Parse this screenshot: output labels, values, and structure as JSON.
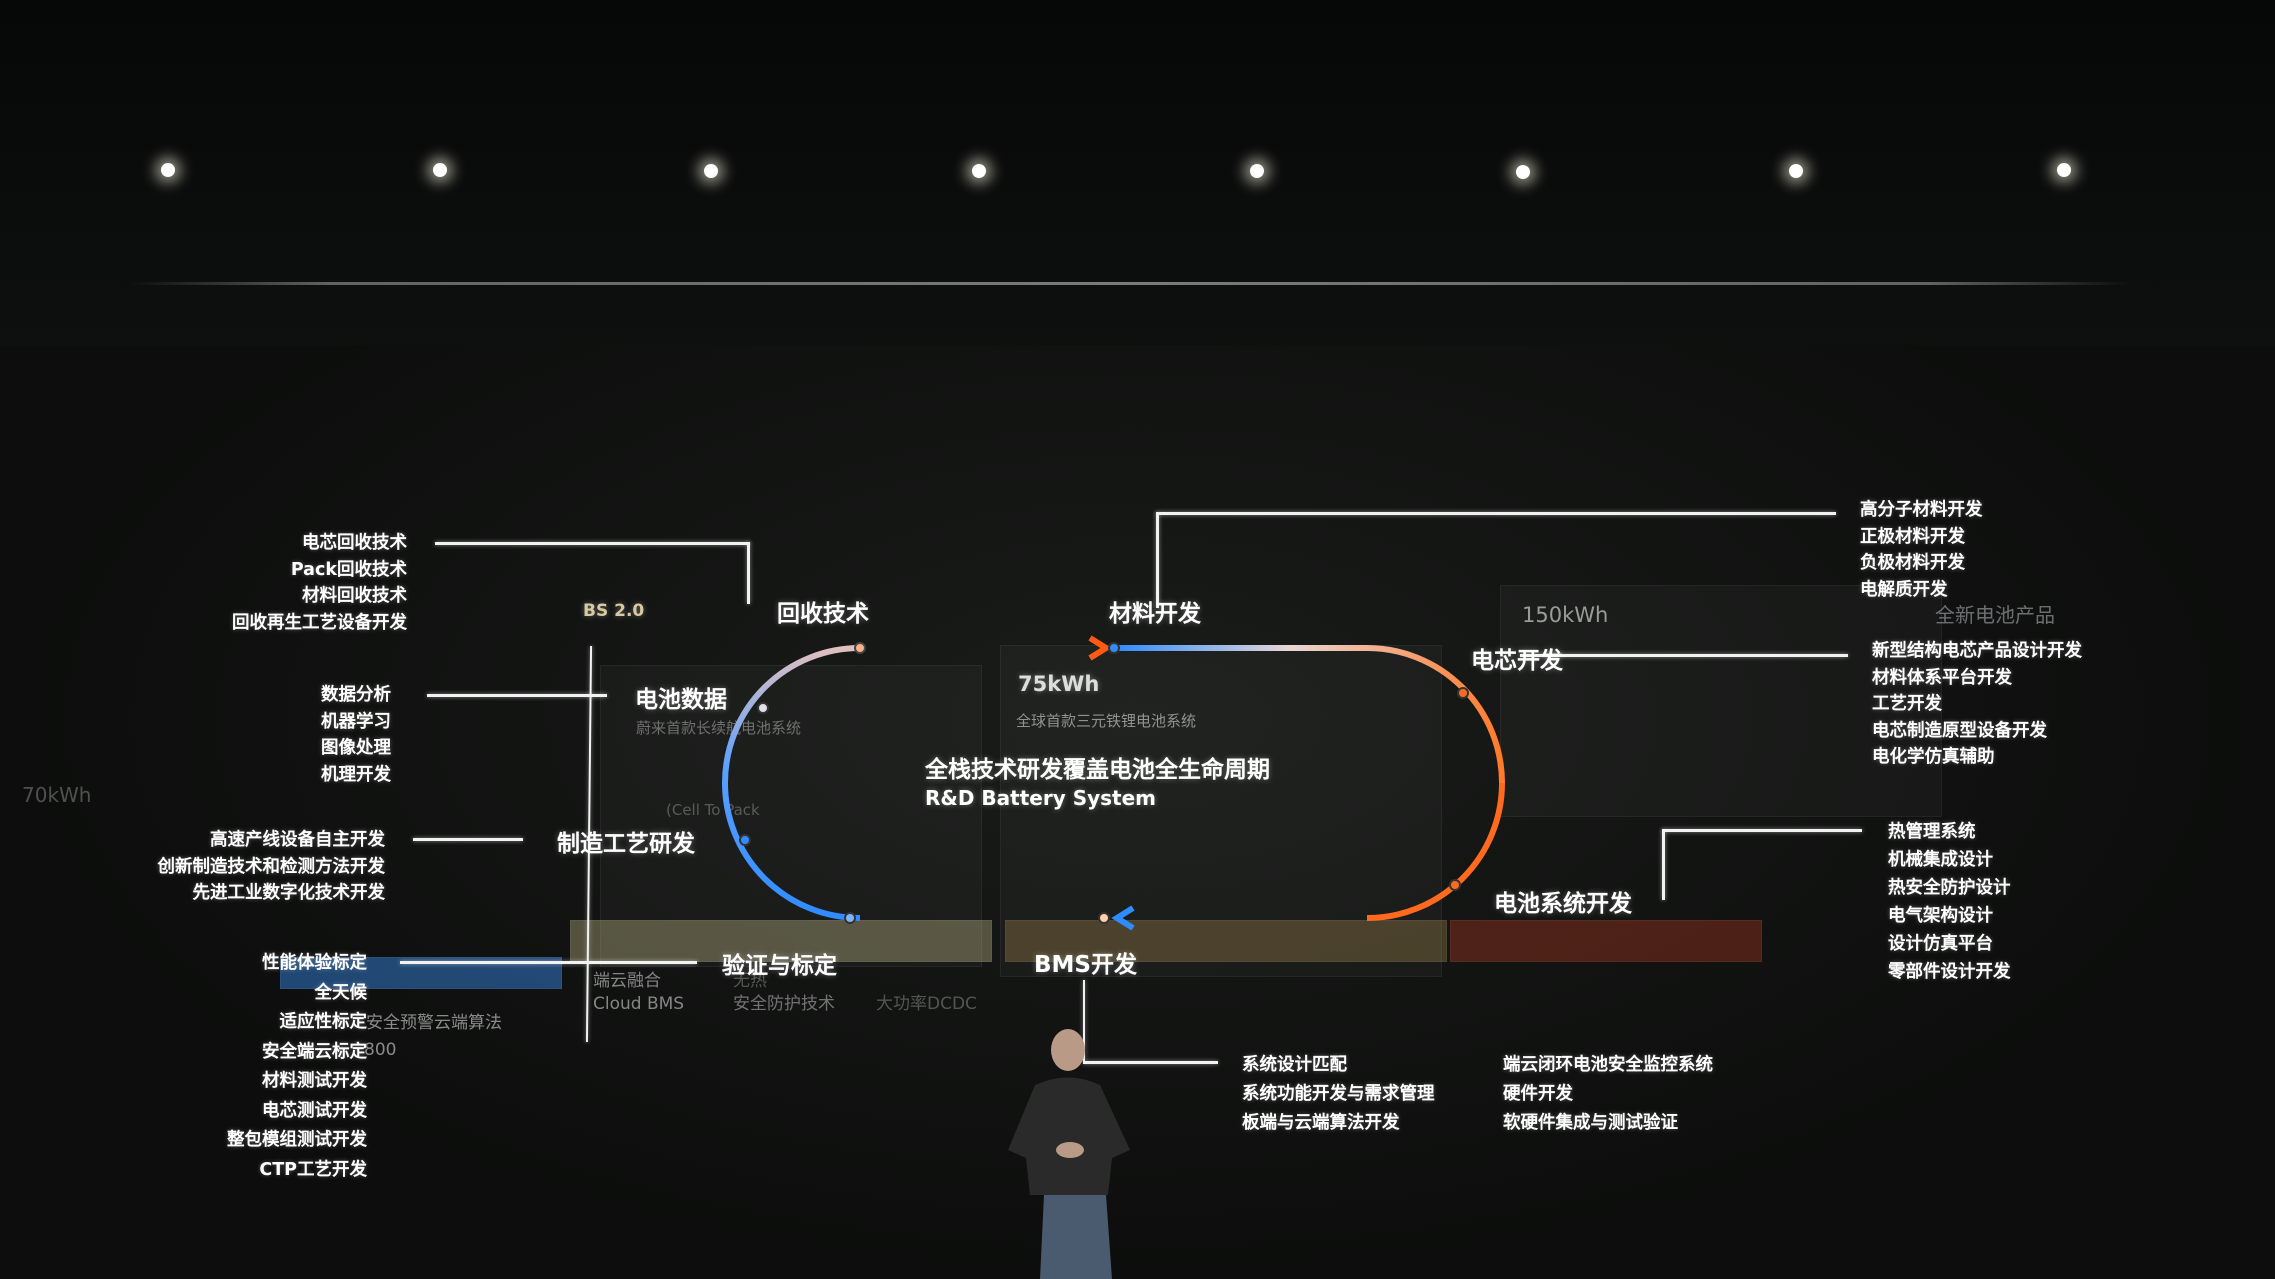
{
  "center": {
    "title_cn": "全栈技术研发覆盖电池全生命周期",
    "title_en": "R&D Battery System"
  },
  "nodes": {
    "recycling": "回收技术",
    "materials": "材料开发",
    "cell": "电芯开发",
    "battery_system": "电池系统开发",
    "bms": "BMS开发",
    "validation": "验证与标定",
    "manufacturing": "制造工艺研发",
    "battery_data": "电池数据"
  },
  "lists": {
    "recycling": [
      "电芯回收技术",
      "Pack回收技术",
      "材料回收技术",
      "回收再生工艺设备开发"
    ],
    "battery_data": [
      "数据分析",
      "机器学习",
      "图像处理",
      "机理开发"
    ],
    "manufacturing": [
      "高速产线设备自主开发",
      "创新制造技术和检测方法开发",
      "先进工业数字化技术开发"
    ],
    "validation": [
      "性能体验标定",
      "全天候",
      "适应性标定",
      "安全端云标定",
      "材料测试开发",
      "电芯测试开发",
      "整包模组测试开发",
      "CTP工艺开发"
    ],
    "materials": [
      "高分子材料开发",
      "正极材料开发",
      "负极材料开发",
      "电解质开发"
    ],
    "cell": [
      "新型结构电芯产品设计开发",
      "材料体系平台开发",
      "工艺开发",
      "电芯制造原型设备开发",
      "电化学仿真辅助"
    ],
    "battery_system": [
      "热管理系统",
      "机械集成设计",
      "热安全防护设计",
      "电气架构设计",
      "设计仿真平台",
      "零部件设计开发"
    ],
    "bms_col1": [
      "系统设计匹配",
      "系统功能开发与需求管理",
      "板端与云端算法开发"
    ],
    "bms_col2": [
      "端云闭环电池安全监控系统",
      "硬件开发",
      "软硬件集成与测试验证"
    ]
  },
  "background_slide": {
    "bs_version": "BS 2.0",
    "kwh_75": "75kWh",
    "kwh_75_desc": "全球首款三元铁锂电池系统",
    "kwh_150": "150kWh",
    "kwh_70": "70kWh",
    "new_battery": "全新电池产品",
    "battery_data_desc": "蔚来首款长续航电池系统",
    "ctp_fragment": "(Cell To Pack",
    "cloud_bms_cn": "端云融合",
    "cloud_bms_en": "Cloud BMS",
    "safety_cn1": "无热",
    "safety_cn2": "安全防护技术",
    "dcdc": "大功率DCDC",
    "cloud_algo": "安全预警云端算法",
    "num_800": "800"
  },
  "colors": {
    "orange": "#ff6a1f",
    "blue": "#2f8cff",
    "background": "#070808"
  }
}
